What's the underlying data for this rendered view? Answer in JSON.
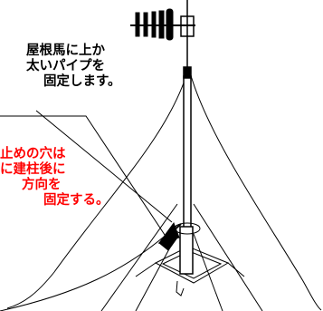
{
  "colors": {
    "line": "#000000",
    "callout_text": "#000000",
    "warning_text": "#ff0000",
    "background": "#ffffff"
  },
  "callouts": {
    "mount": {
      "lines": [
        "屋根馬に上か",
        "太いパイプを",
        "固定します。"
      ]
    },
    "stopper": {
      "lines": [
        "止めの穴は",
        "に建柱後に",
        "方向を",
        "固定する。"
      ]
    }
  },
  "icons": {
    "antenna": "yagi-antenna-icon",
    "mast": "pipe-mast",
    "guy_wires": "guy-wire-lines",
    "roof_mount": "roof-mount-base"
  }
}
